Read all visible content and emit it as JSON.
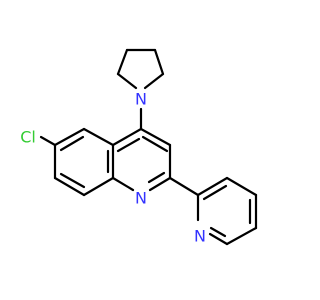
{
  "atoms": {
    "cl": {
      "label": "Cl",
      "color": "#33cc33"
    },
    "n_quinoline": {
      "label": "N",
      "color": "#3333ff"
    },
    "n_pyrrolidine": {
      "label": "N",
      "color": "#3333ff"
    },
    "n_pyridine": {
      "label": "N",
      "color": "#3333ff"
    }
  },
  "colors": {
    "bond": "#000000",
    "background": "#ffffff"
  }
}
